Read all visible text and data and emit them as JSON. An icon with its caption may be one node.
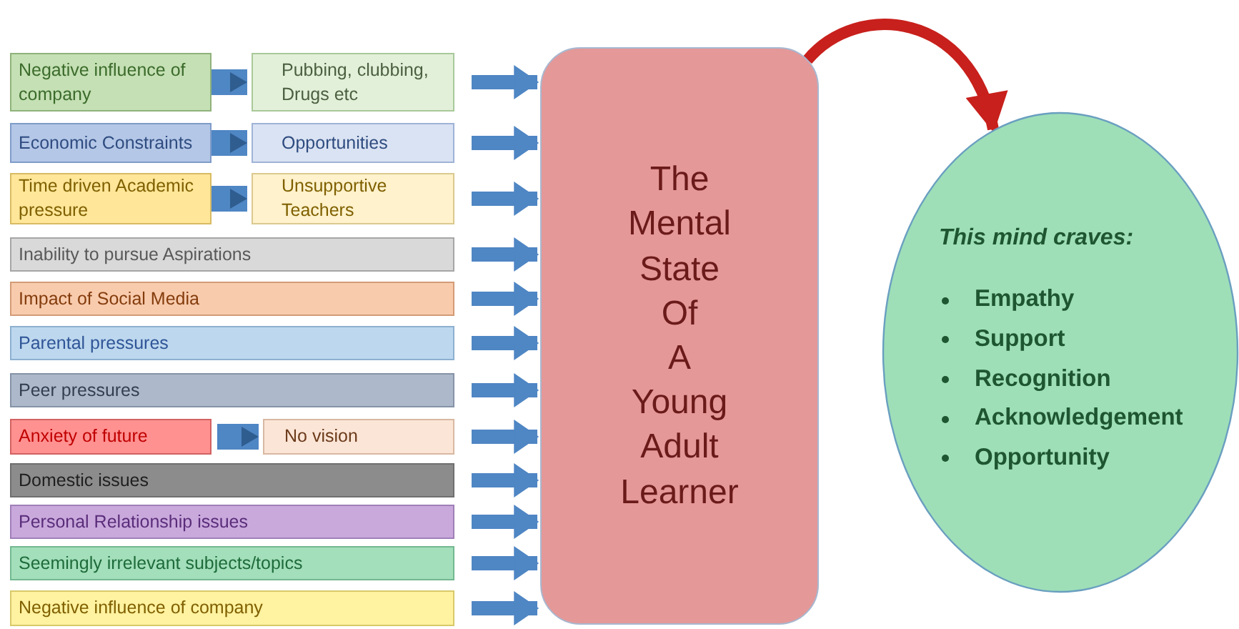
{
  "diagram": {
    "nodes": [
      {
        "text": [
          "Negative influence of company"
        ]
      },
      {
        "text": [
          "Pubbing, clubbing, Drugs etc"
        ]
      },
      {
        "text": [
          "Economic Constraints"
        ]
      },
      {
        "text": [
          "Opportunities"
        ]
      },
      {
        "text": [
          "Time driven Academic pressure"
        ]
      },
      {
        "text": [
          "Unsupportive Teachers"
        ]
      },
      {
        "text": [
          "Inability to pursue Aspirations"
        ]
      },
      {
        "text": [
          "Impact of Social Media"
        ]
      },
      {
        "text": [
          "Parental pressures"
        ]
      },
      {
        "text": [
          "Peer pressures"
        ]
      },
      {
        "text": [
          "Anxiety of future"
        ]
      },
      {
        "text": [
          "No vision"
        ]
      },
      {
        "text": [
          "Domestic issues"
        ]
      },
      {
        "text": [
          "Personal Relationship issues"
        ]
      },
      {
        "text": [
          "Seemingly irrelevant subjects/topics"
        ]
      },
      {
        "text": [
          "Negative influence of company"
        ]
      },
      {
        "text": [
          "The Mental State Of A Young Adult Learner"
        ]
      },
      {
        "text": [
          "This mind craves:",
          "Empathy",
          "Support",
          "Recognition",
          "Acknowledgement",
          "Opportunity"
        ]
      }
    ],
    "edges": [
      {
        "from": 0,
        "to": 1,
        "arrow": "to",
        "style": "thick"
      },
      {
        "from": 2,
        "to": 3,
        "arrow": "to",
        "style": "thick"
      },
      {
        "from": 4,
        "to": 5,
        "arrow": "to",
        "style": "thick"
      },
      {
        "from": 10,
        "to": 11,
        "arrow": "to",
        "style": "thick"
      },
      {
        "from": 1,
        "to": 16,
        "arrow": "to"
      },
      {
        "from": 3,
        "to": 16,
        "arrow": "to"
      },
      {
        "from": 5,
        "to": 16,
        "arrow": "to"
      },
      {
        "from": 6,
        "to": 16,
        "arrow": "to"
      },
      {
        "from": 7,
        "to": 16,
        "arrow": "to"
      },
      {
        "from": 8,
        "to": 16,
        "arrow": "to"
      },
      {
        "from": 9,
        "to": 16,
        "arrow": "to"
      },
      {
        "from": 11,
        "to": 16,
        "arrow": "to"
      },
      {
        "from": 12,
        "to": 16,
        "arrow": "to"
      },
      {
        "from": 13,
        "to": 16,
        "arrow": "to"
      },
      {
        "from": 14,
        "to": 16,
        "arrow": "to"
      },
      {
        "from": 15,
        "to": 16,
        "arrow": "to"
      },
      {
        "from": 16,
        "to": 17,
        "arrow": "to",
        "color": "#c8201c"
      }
    ]
  }
}
